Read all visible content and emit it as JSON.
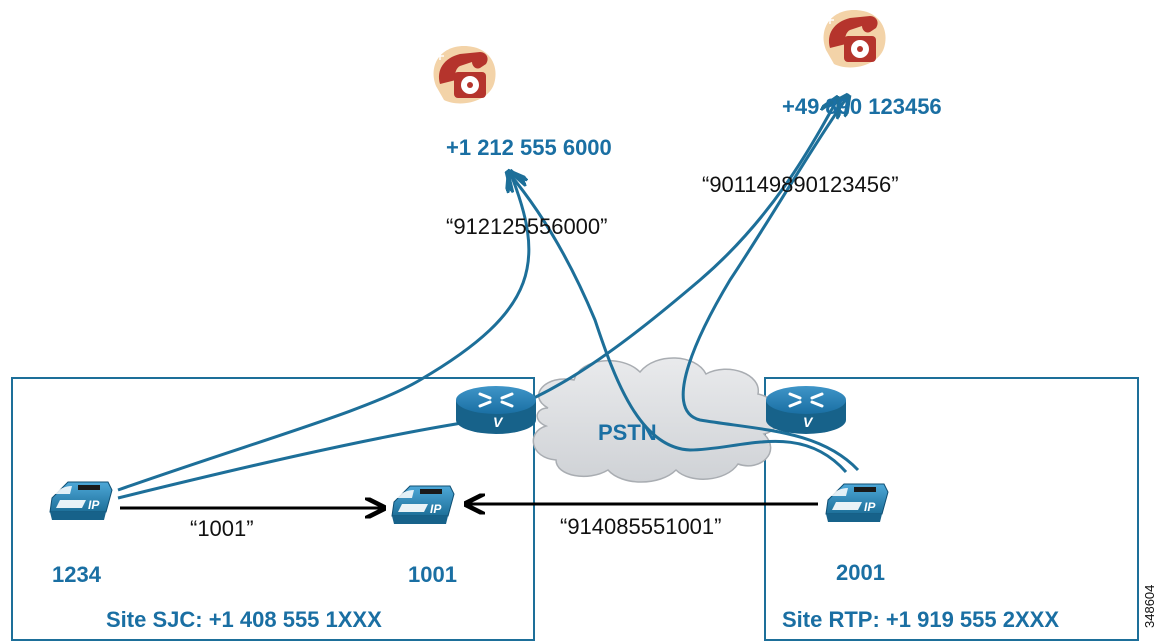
{
  "sites": {
    "sjc": {
      "label": "Site SJC: +1 408 555 1XXX"
    },
    "rtp": {
      "label": "Site RTP: +1 919 555 2XXX"
    }
  },
  "cloud": {
    "label": "PSTN"
  },
  "phones": {
    "p1234": {
      "number": "1234",
      "badge": "IP"
    },
    "p1001": {
      "number": "1001",
      "badge": "IP"
    },
    "p2001": {
      "number": "2001",
      "badge": "IP"
    }
  },
  "routers": {
    "mark": "V"
  },
  "destinations": {
    "us": {
      "number": "+1 212 555 6000"
    },
    "de": {
      "number": "+49 890 123456"
    }
  },
  "dial_strings": {
    "us": "“912125556000”",
    "de": "“901149890123456”",
    "internal": "“1001”",
    "rtp_to_sjc": "“914085551001”"
  },
  "figure_id": "348604",
  "colors": {
    "line_blue": "#1d6f99",
    "label_blue": "#1a6fa3",
    "phone_red": "#b5342c",
    "phone_bg": "#f3d3a8"
  }
}
